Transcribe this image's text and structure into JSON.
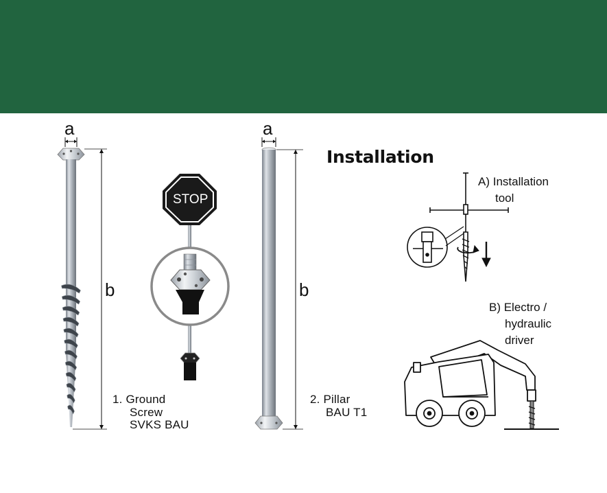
{
  "colors": {
    "banner": "#21643f",
    "ink": "#111111"
  },
  "screw": {
    "dim_a": "a",
    "dim_b": "b",
    "caption_line1": "1. Ground",
    "caption_line2": "Screw",
    "caption_line3": "SVKS BAU"
  },
  "sign": {
    "text": "STOP"
  },
  "pillar": {
    "dim_a": "a",
    "dim_b": "b",
    "caption_line1": "2. Pillar",
    "caption_line2": "BAU T1"
  },
  "installation": {
    "title": "Installation",
    "tool_line1": "A) Installation",
    "tool_line2": "tool",
    "driver_line1": "B) Electro /",
    "driver_line2": "hydraulic",
    "driver_line3": "driver"
  }
}
